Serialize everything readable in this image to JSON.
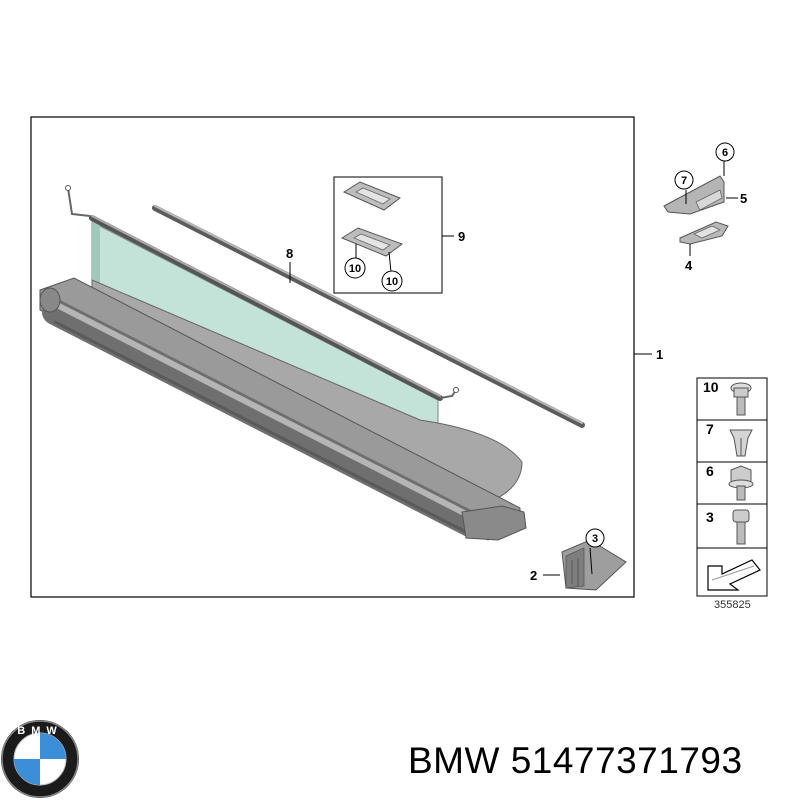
{
  "callouts": {
    "c1": "1",
    "c2": "2",
    "c3": "3",
    "c4": "4",
    "c5": "5",
    "c6": "6",
    "c7": "7",
    "c8": "8",
    "c9": "9",
    "c10a": "10",
    "c10b": "10"
  },
  "legend": {
    "items": [
      "10",
      "7",
      "6",
      "3"
    ],
    "code": "355825"
  },
  "logo": {
    "text": "BMW"
  },
  "footer": {
    "label": "BMW 51477371793"
  },
  "colors": {
    "line": "#000000",
    "screen": "#bfe0d6",
    "part_gray": "#a9a9a9",
    "logo_blue": "#3a8fd8"
  }
}
